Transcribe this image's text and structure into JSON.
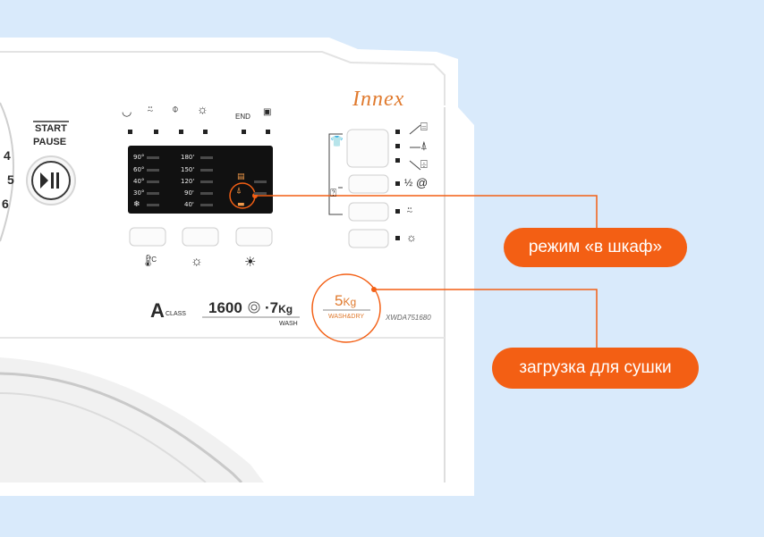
{
  "brand": {
    "name": "Innex",
    "color": "#e07a2e"
  },
  "controls": {
    "start_pause_line1": "START",
    "start_pause_line2": "PAUSE",
    "dial_numbers": [
      "4",
      "5",
      "6"
    ],
    "end_label": "END"
  },
  "display": {
    "temperatures": [
      "90°",
      "60°",
      "40°",
      "30°"
    ],
    "spin_values": [
      "180'",
      "150'",
      "120'",
      "90'",
      "40'"
    ]
  },
  "spec": {
    "energy_class_letter": "A",
    "energy_class_word": "CLASS",
    "spin": "1600",
    "wash_load": "7",
    "wash_unit": "Kg",
    "wash_label": "WASH",
    "dry_load": "5",
    "dry_unit": "Kg",
    "dry_label": "WASH&DRY",
    "model": "XWDA751680",
    "half": "½",
    "temp_unit": "°C"
  },
  "callouts": {
    "wardrobe_mode": "режим «в шкаф»",
    "dry_load": "загрузка для сушки"
  },
  "colors": {
    "callout": "#f35f14",
    "background": "#d9eafb",
    "panel": "#ffffff",
    "display": "#111111"
  },
  "icons": [
    "wash-tub-icon",
    "prewash-icon",
    "rinse-icon",
    "spin-icon",
    "lock-icon",
    "shirt-icon",
    "hanger-icon",
    "iron-icon",
    "cabinet-icon",
    "drying-icon",
    "snowflake-icon",
    "thermometer-icon",
    "sun-icon",
    "stain-icon"
  ]
}
